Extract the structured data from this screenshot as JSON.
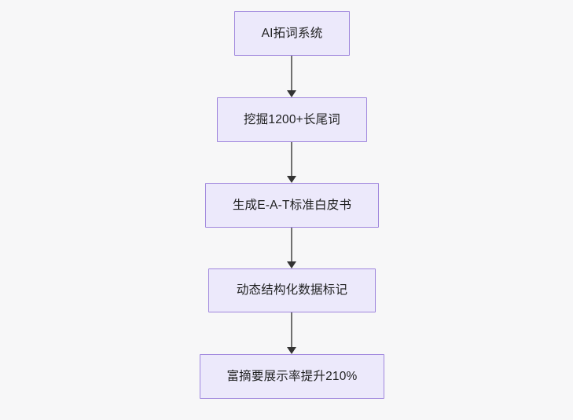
{
  "diagram": {
    "type": "flowchart",
    "orientation": "top-to-bottom",
    "background_color": "#f7f7f8",
    "node_fill_color": "#ece9fb",
    "node_border_color": "#9f86dd",
    "node_text_color": "#1f2020",
    "edge_line_color": "#707070",
    "edge_arrow_color": "#333333",
    "nodes": [
      {
        "id": "n0",
        "label": "AI拓词系统"
      },
      {
        "id": "n1",
        "label": "挖掘1200+长尾词"
      },
      {
        "id": "n2",
        "label": "生成E-A-T标准白皮书"
      },
      {
        "id": "n3",
        "label": "动态结构化数据标记"
      },
      {
        "id": "n4",
        "label": "富摘要展示率提升210%"
      }
    ],
    "edges": [
      {
        "from": "n0",
        "to": "n1",
        "label": ""
      },
      {
        "from": "n1",
        "to": "n2",
        "label": ""
      },
      {
        "from": "n2",
        "to": "n3",
        "label": ""
      },
      {
        "from": "n3",
        "to": "n4",
        "label": ""
      }
    ]
  }
}
